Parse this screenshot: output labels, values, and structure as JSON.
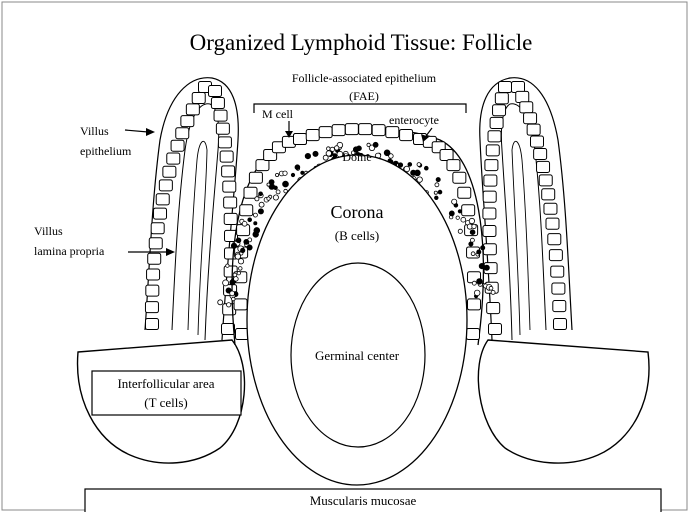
{
  "title": "Organized Lymphoid Tissue:  Follicle",
  "labels": {
    "fae_line1": "Follicle-associated epithelium",
    "fae_line2": "(FAE)",
    "m_cell": "M cell",
    "enterocyte": "enterocyte",
    "dome": "Dome",
    "villus_epithelium_line1": "Villus",
    "villus_epithelium_line2": "epithelium",
    "villus_lamina_propria_line1": "Villus",
    "villus_lamina_propria_line2": "lamina propria",
    "corona": "Corona",
    "b_cells": "(B cells)",
    "germinal_center": "Germinal center",
    "interfollicular_line1": "Interfollicular area",
    "interfollicular_line2": "(T cells)",
    "muscularis": "Muscularis mucosae"
  }
}
